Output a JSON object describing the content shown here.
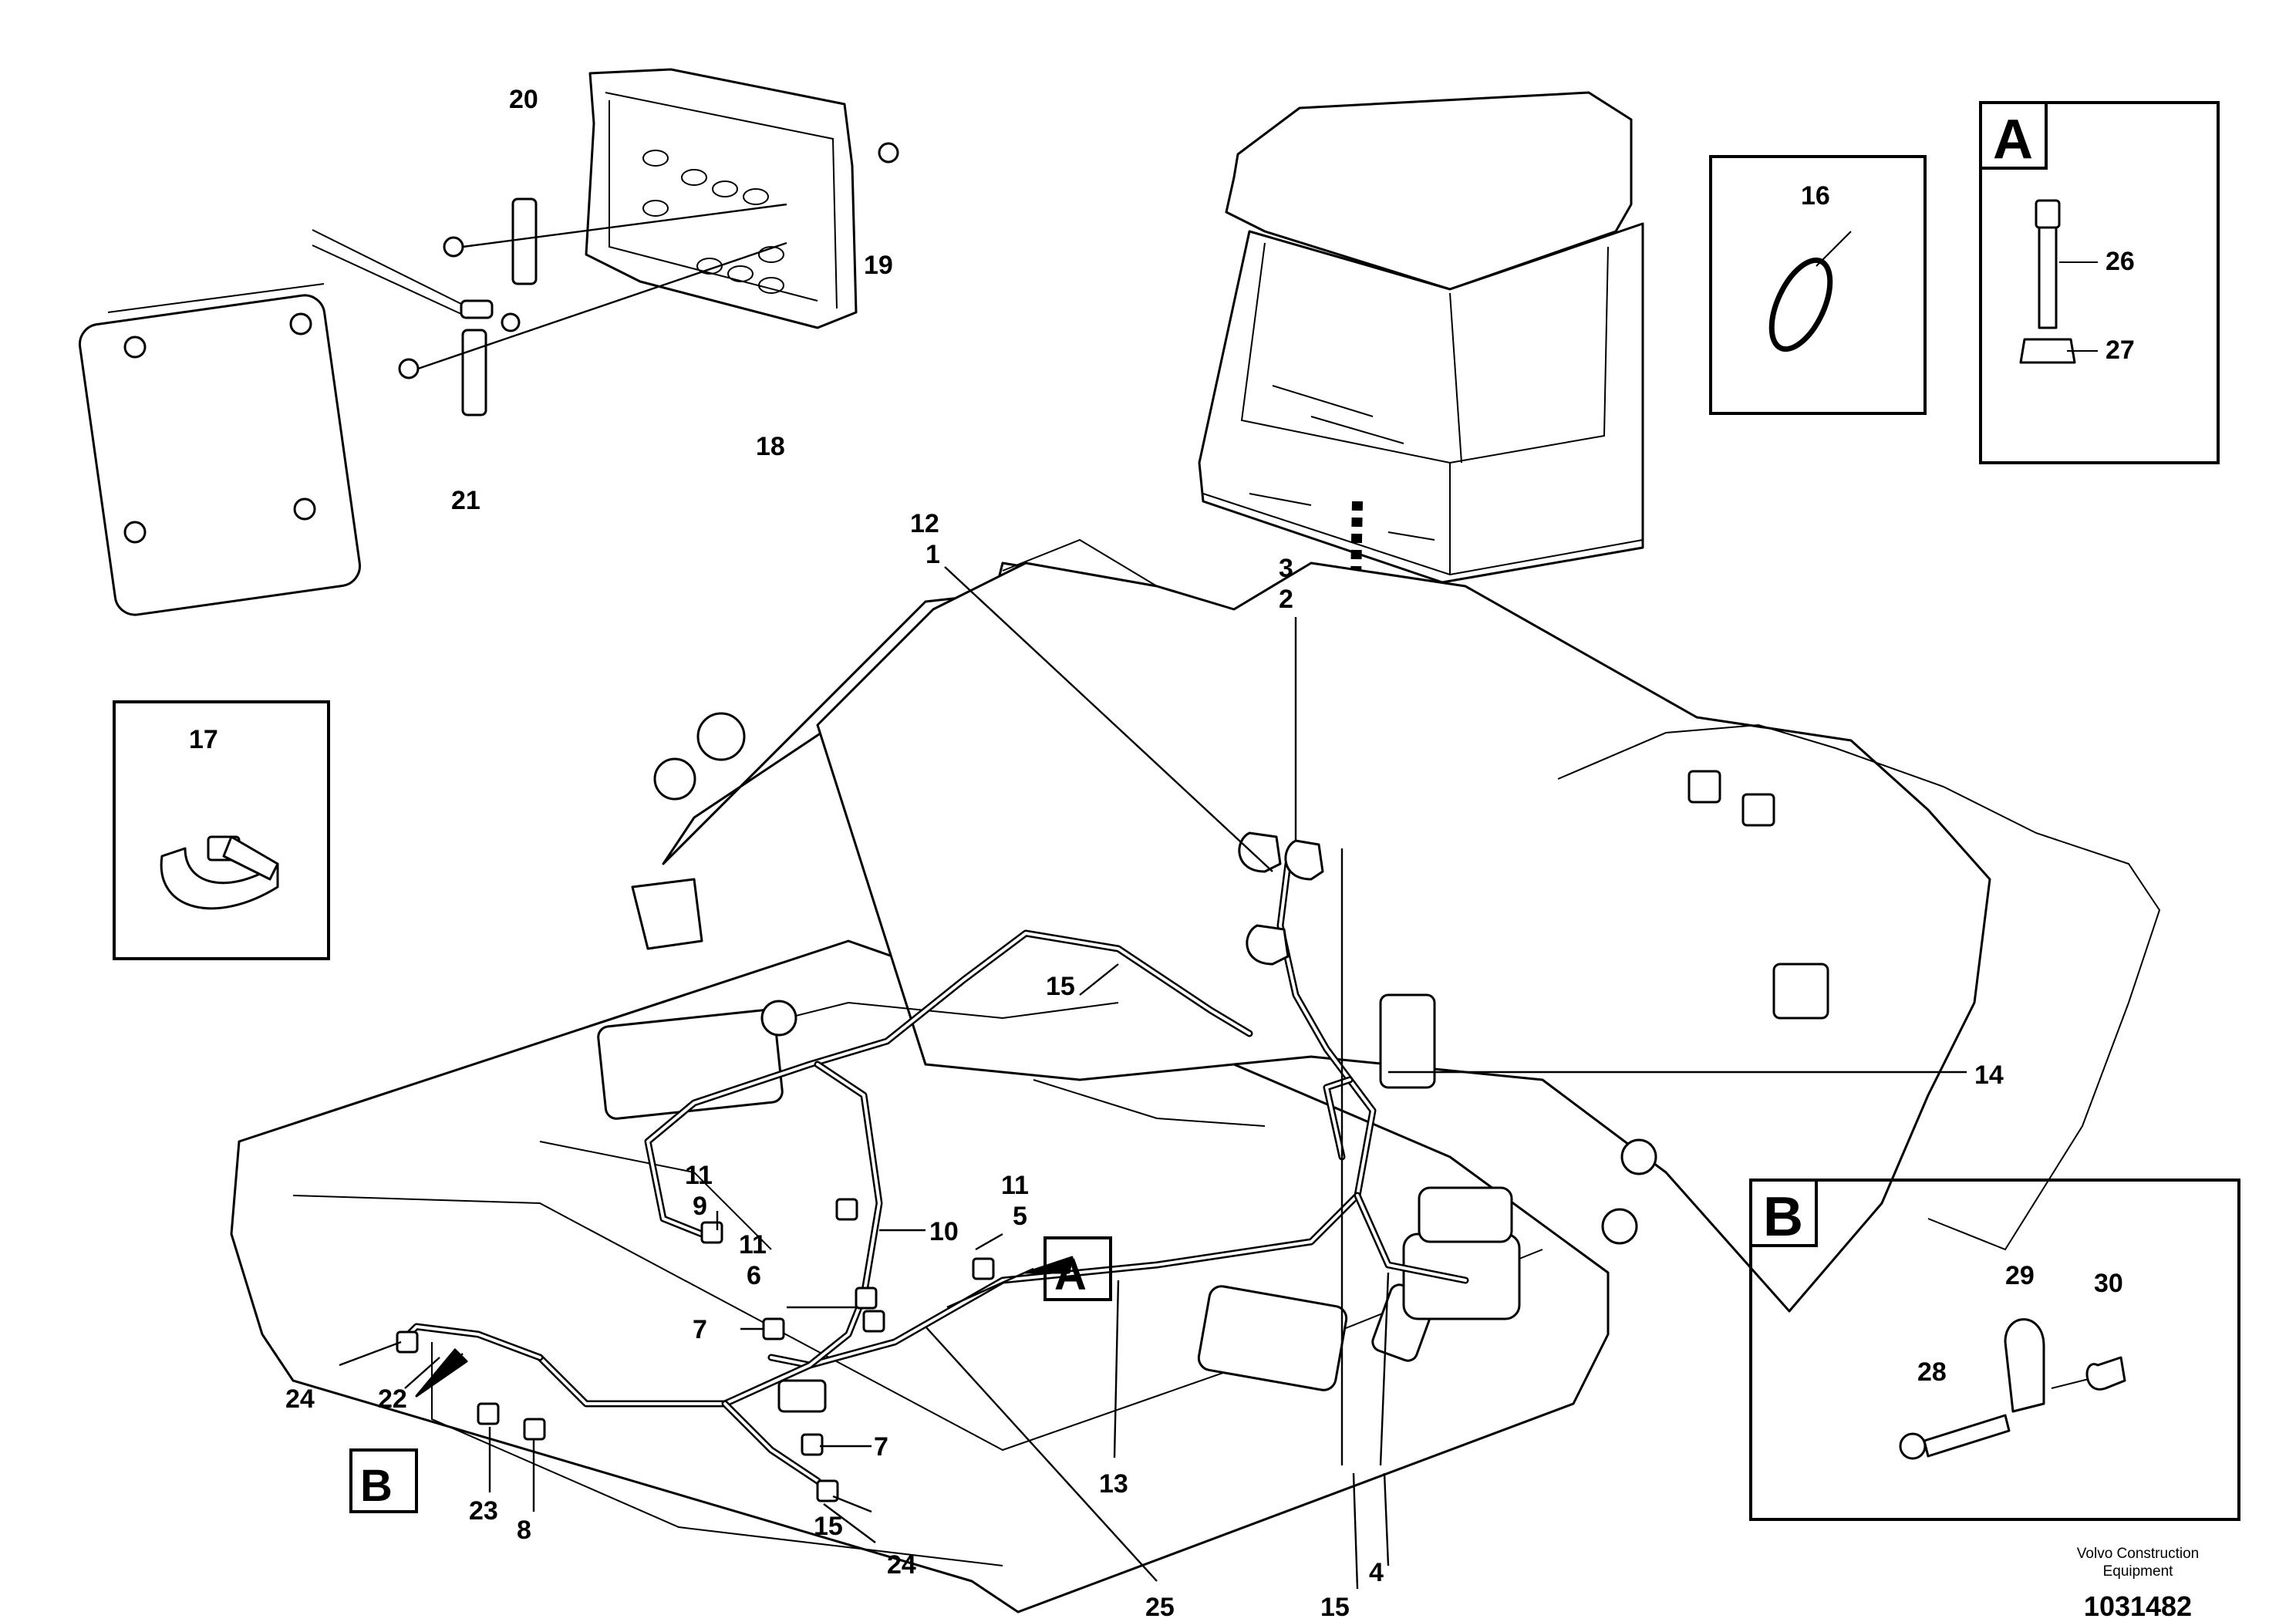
{
  "drawing_number": "1031482",
  "maker_line1": "Volvo Construction",
  "maker_line2": "Equipment",
  "detail_boxes": {
    "a": "A",
    "b": "B"
  },
  "ref_tags": {
    "a": "A",
    "b": "B"
  },
  "callouts": {
    "c1": "1",
    "c2": "2",
    "c3": "3",
    "c4": "4",
    "c5": "5",
    "c6": "6",
    "c7a": "7",
    "c7b": "7",
    "c8": "8",
    "c9": "9",
    "c10": "10",
    "c11a": "11",
    "c11b": "11",
    "c11c": "11",
    "c12": "12",
    "c13": "13",
    "c14": "14",
    "c15a": "15",
    "c15b": "15",
    "c15c": "15",
    "c16": "16",
    "c17": "17",
    "c18": "18",
    "c19": "19",
    "c20": "20",
    "c21": "21",
    "c22": "22",
    "c23": "23",
    "c24a": "24",
    "c24b": "24",
    "c25": "25",
    "c26": "26",
    "c27": "27",
    "c28": "28",
    "c29": "29",
    "c30": "30"
  }
}
